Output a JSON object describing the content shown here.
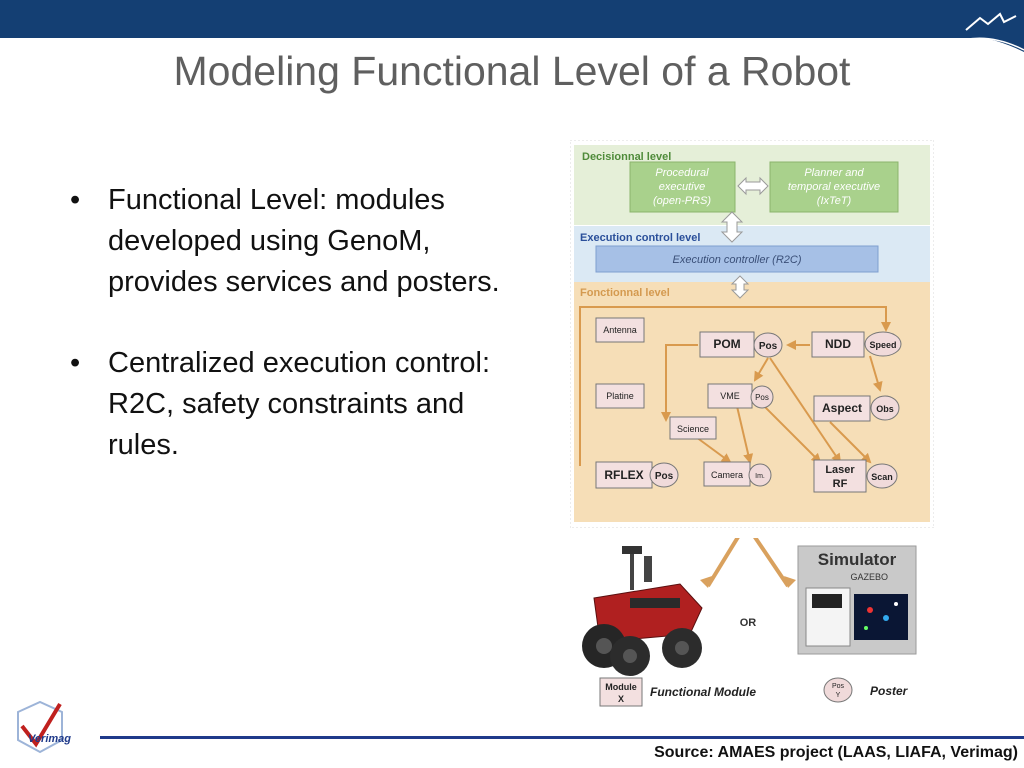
{
  "slide": {
    "title": "Modeling Functional Level of a Robot",
    "bullets": [
      "Functional Level: modules developed using GenoM, provides services and posters.",
      "Centralized execution control: R2C, safety constraints and rules."
    ],
    "source": "Source: AMAES project (LAAS, LIAFA, Verimag)",
    "logo_text": "Verimag"
  },
  "diagram": {
    "decisional": {
      "label": "Decisionnal level",
      "procedural": [
        "Procedural",
        "executive",
        "(open-PRS)"
      ],
      "planner": [
        "Planner and",
        "temporal executive",
        "(IxTeT)"
      ]
    },
    "execution": {
      "label": "Execution control level",
      "controller": "Execution controller (R2C)"
    },
    "functional": {
      "label": "Fonctionnal level",
      "modules": {
        "antenna": "Antenna",
        "pom": "POM",
        "ndd": "NDD",
        "platine": "Platine",
        "vme": "VME",
        "aspect": "Aspect",
        "science": "Science",
        "rflex": "RFLEX",
        "camera": "Camera",
        "laser_1": "Laser",
        "laser_2": "RF"
      },
      "posters": {
        "pom_pos": "Pos",
        "ndd_speed": "Speed",
        "vme_pos": "Pos",
        "aspect_obs": "Obs",
        "rflex_pos": "Pos",
        "camera_im": "Im.",
        "laser_scan": "Scan"
      }
    },
    "bottom": {
      "simulator": "Simulator",
      "gazebo": "GAZEBO",
      "or": "OR",
      "legend_module_1": "Module",
      "legend_module_2": "X",
      "legend_module_label": "Functional Module",
      "legend_poster_1": "Pos",
      "legend_poster_2": "Y",
      "legend_poster_label": "Poster"
    }
  },
  "colors": {
    "header": "#143f73",
    "decisional_bg": "#e5efd8",
    "execution_bg": "#dbe9f4",
    "functional_bg": "#f6deb7",
    "arrow": "#d99a4e"
  }
}
